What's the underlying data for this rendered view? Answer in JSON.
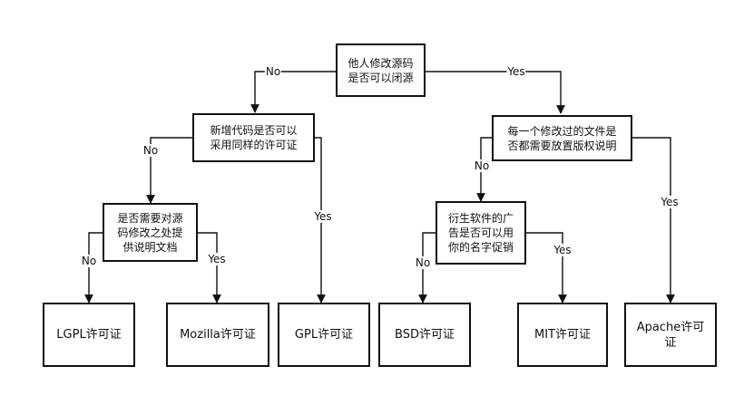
{
  "diagram": {
    "nodes": {
      "root": "他人修改源码\n是否可以闭源",
      "new_code": "新增代码是否可以\n采用同样的许可证",
      "doc": "是否需要对源\n码修改之处提\n供说明文档",
      "each_file": "每一个修改过的文件是\n否都需要放置版权说明",
      "ad": "衍生软件的广\n告是否可以用\n你的名字促销",
      "lgpl": "LGPL许可证",
      "mozilla": "Mozilla许可证",
      "gpl": "GPL许可证",
      "bsd": "BSD许可证",
      "mit": "MIT许可证",
      "apache": "Apache许可\n证"
    },
    "edge_labels": {
      "root_no": "No",
      "root_yes": "Yes",
      "newcode_no": "No",
      "newcode_yes": "Yes",
      "doc_no": "No",
      "doc_yes": "Yes",
      "eachfile_no": "No",
      "eachfile_yes": "Yes",
      "ad_no": "No",
      "ad_yes": "Yes"
    }
  }
}
